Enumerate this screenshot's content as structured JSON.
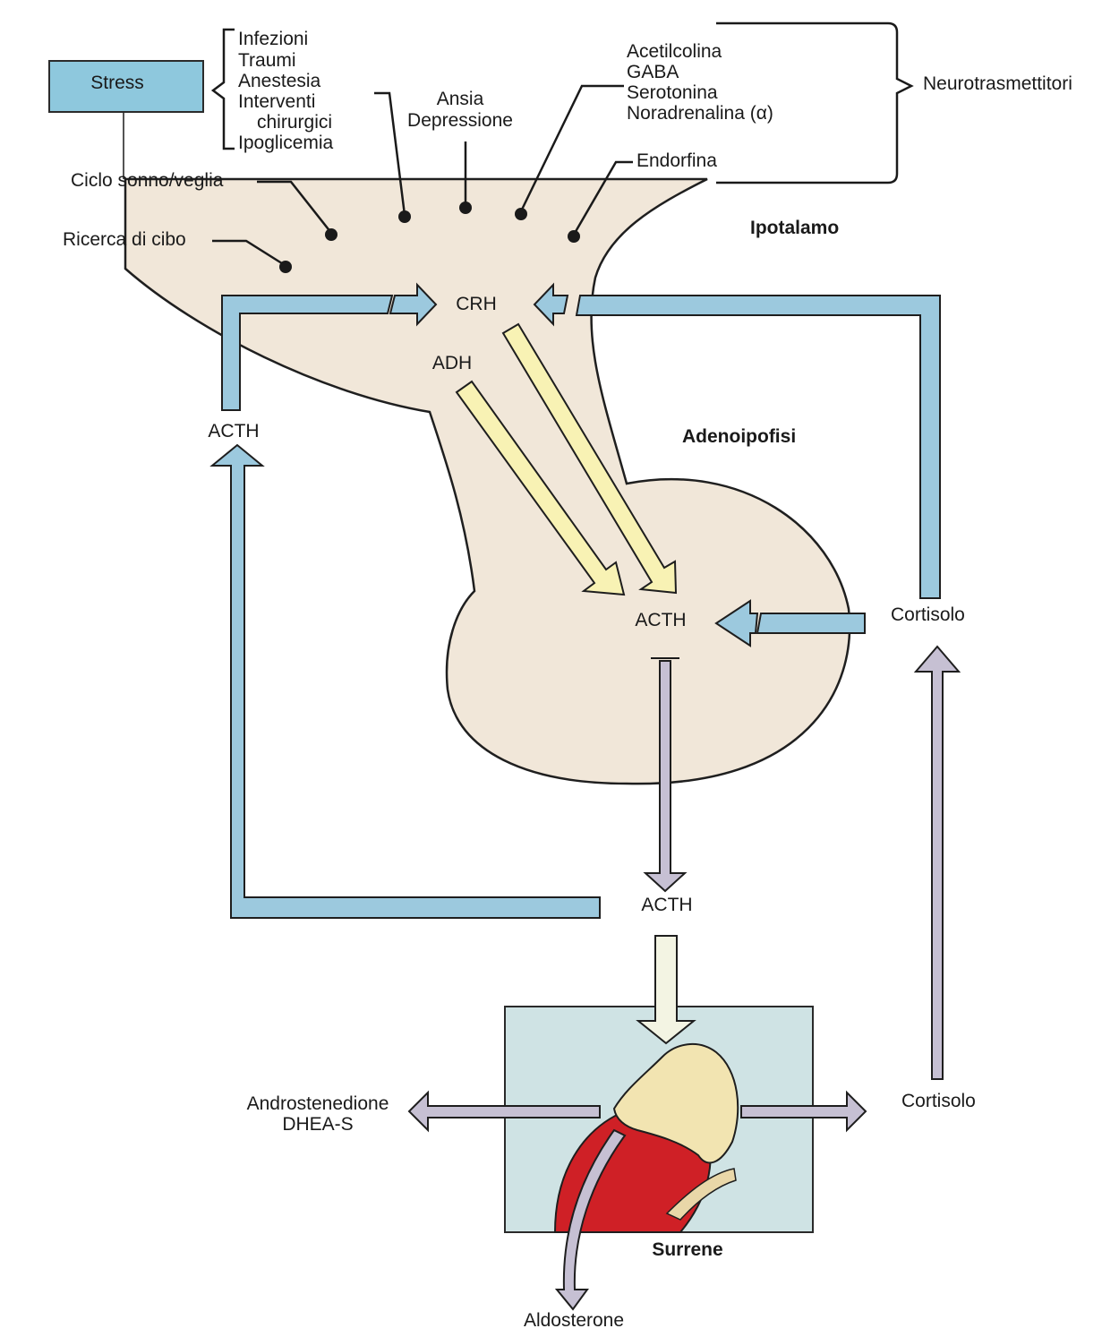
{
  "stress": "Stress",
  "stressors": [
    "Infezioni",
    "Traumi",
    "Anestesia",
    "Interventi",
    "chirurgici",
    "Ipoglicemia"
  ],
  "mood": [
    "Ansia",
    "Depressione"
  ],
  "neurotransmitters": [
    "Acetilcolina",
    "GABA",
    "Serotonina",
    "Noradrenalina (α)"
  ],
  "neurotransmitters_label": "Neurotrasmettitori",
  "endorphin": "Endorfina",
  "sleep_cycle": "Ciclo sonno/veglia",
  "food_seeking": "Ricerca di cibo",
  "hypothalamus": "Ipotalamo",
  "crh": "CRH",
  "adh": "ADH",
  "acth_left": "ACTH",
  "adenohypophysis": "Adenoipofisi",
  "acth_pituitary": "ACTH",
  "cortisol_upper": "Cortisolo",
  "acth_lower": "ACTH",
  "androgens": [
    "Androstenedione",
    "DHEA-S"
  ],
  "cortisol_lower": "Cortisolo",
  "adrenal": "Surrene",
  "aldosterone": "Aldosterone"
}
